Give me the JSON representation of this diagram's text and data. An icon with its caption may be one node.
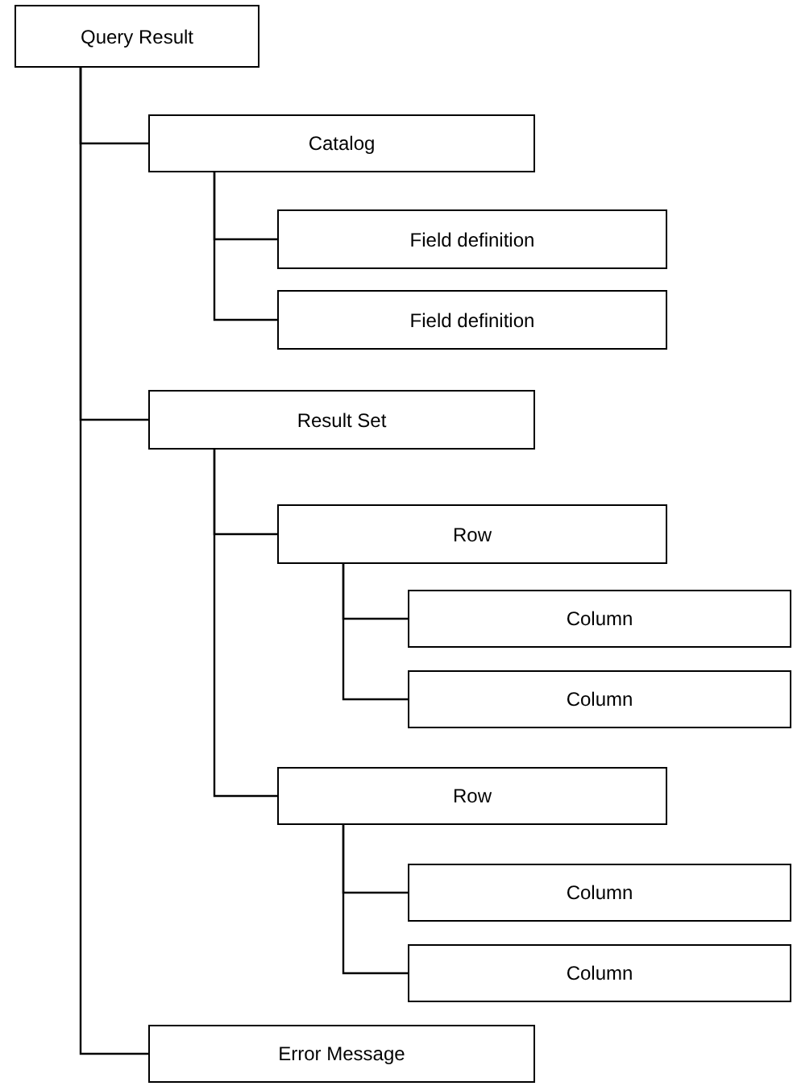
{
  "diagram": {
    "nodes": [
      {
        "text": [
          "Query Result"
        ]
      },
      {
        "text": [
          "Catalog"
        ]
      },
      {
        "text": [
          "Field definition"
        ]
      },
      {
        "text": [
          "Field definition"
        ]
      },
      {
        "text": [
          "Result Set"
        ]
      },
      {
        "text": [
          "Row"
        ]
      },
      {
        "text": [
          "Column"
        ]
      },
      {
        "text": [
          "Column"
        ]
      },
      {
        "text": [
          "Row"
        ]
      },
      {
        "text": [
          "Column"
        ]
      },
      {
        "text": [
          "Column"
        ]
      },
      {
        "text": [
          "Error Message"
        ]
      }
    ],
    "edges": [
      {
        "from": 0,
        "to": 1,
        "arrow": "none"
      },
      {
        "from": 1,
        "to": 2,
        "arrow": "none"
      },
      {
        "from": 1,
        "to": 3,
        "arrow": "none"
      },
      {
        "from": 0,
        "to": 4,
        "arrow": "none"
      },
      {
        "from": 4,
        "to": 5,
        "arrow": "none"
      },
      {
        "from": 5,
        "to": 6,
        "arrow": "none"
      },
      {
        "from": 5,
        "to": 7,
        "arrow": "none"
      },
      {
        "from": 4,
        "to": 8,
        "arrow": "none"
      },
      {
        "from": 8,
        "to": 9,
        "arrow": "none"
      },
      {
        "from": 8,
        "to": 10,
        "arrow": "none"
      },
      {
        "from": 0,
        "to": 11,
        "arrow": "none"
      }
    ]
  }
}
